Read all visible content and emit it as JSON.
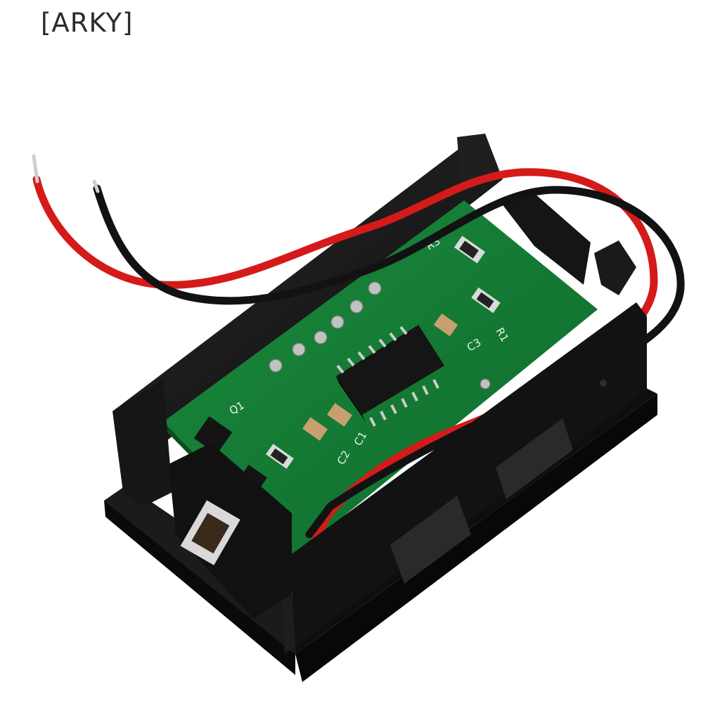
{
  "brand": {
    "text": "[ARKY]"
  },
  "pcb": {
    "labels": {
      "r3": "R3",
      "r1": "R1",
      "c3": "C3",
      "c1": "C1",
      "c2": "C2",
      "q1": "Q1"
    }
  },
  "colors": {
    "housing": "#141414",
    "pcb": "#127a34",
    "wire_red": "#d51a1a",
    "wire_black": "#121212"
  }
}
